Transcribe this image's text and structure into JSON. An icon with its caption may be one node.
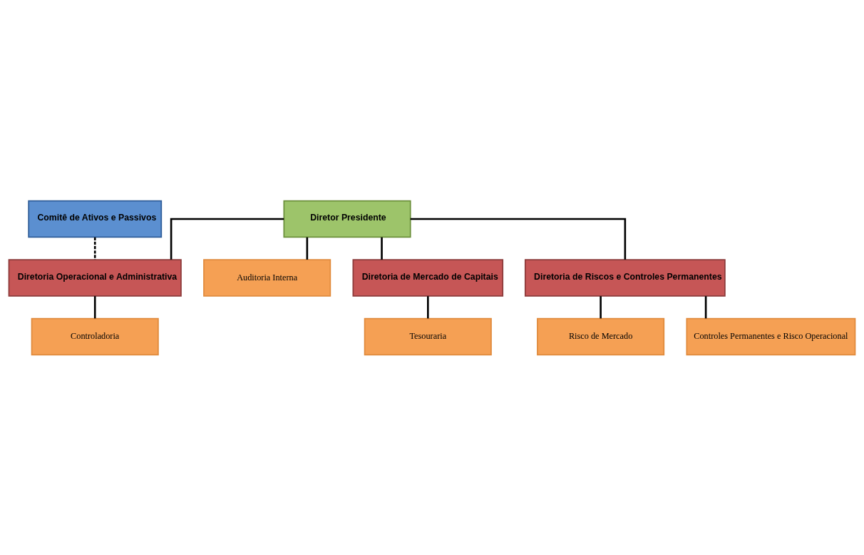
{
  "diagram": {
    "nodes": [
      {
        "text": [
          "Comitê de Ativos e Passivos"
        ]
      },
      {
        "text": [
          "Diretor Presidente"
        ]
      },
      {
        "text": [
          "Auditoria Interna"
        ]
      },
      {
        "text": [
          "Diretoria Operacional e Administrativa"
        ]
      },
      {
        "text": [
          "Diretoria de Mercado de Capitais"
        ]
      },
      {
        "text": [
          "Diretoria de Riscos e Controles Permanentes"
        ]
      },
      {
        "text": [
          "Controladoria"
        ]
      },
      {
        "text": [
          "Tesouraria"
        ]
      },
      {
        "text": [
          "Risco de Mercado"
        ]
      },
      {
        "text": [
          "Controles Permanentes e Risco Operacional"
        ]
      }
    ],
    "edges": [
      {
        "from": 0,
        "to": 3,
        "arrow": "none",
        "style": "dashed"
      },
      {
        "from": 1,
        "to": 2,
        "arrow": "none"
      },
      {
        "from": 1,
        "to": 3,
        "arrow": "none"
      },
      {
        "from": 1,
        "to": 4,
        "arrow": "none"
      },
      {
        "from": 1,
        "to": 5,
        "arrow": "none"
      },
      {
        "from": 3,
        "to": 6,
        "arrow": "none"
      },
      {
        "from": 4,
        "to": 7,
        "arrow": "none"
      },
      {
        "from": 5,
        "to": 8,
        "arrow": "none"
      },
      {
        "from": 5,
        "to": 9,
        "arrow": "none"
      }
    ]
  }
}
